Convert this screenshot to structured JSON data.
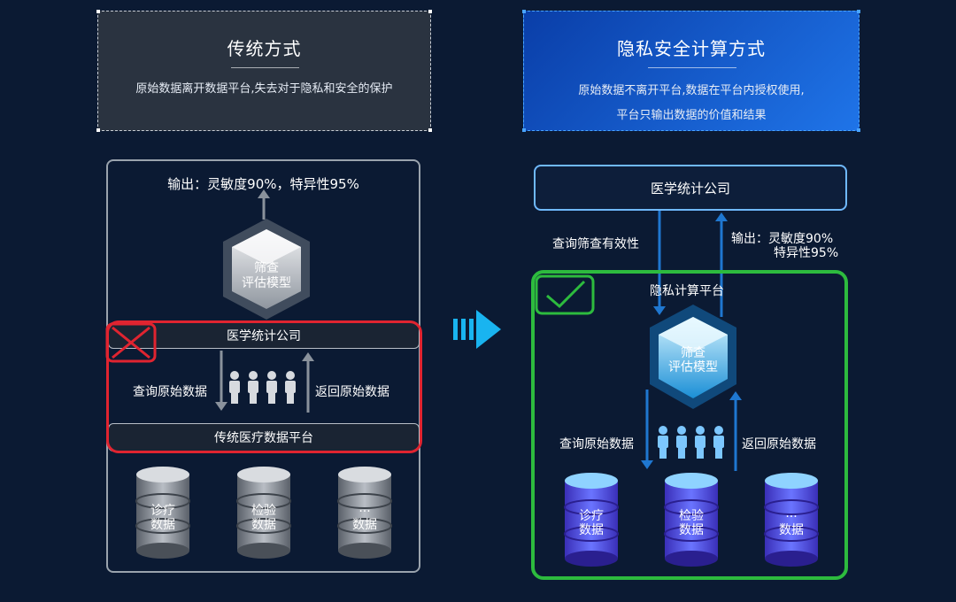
{
  "left_header": {
    "title": "传统方式",
    "desc": "原始数据离开数据平台,失去对于隐私和安全的保护"
  },
  "right_header": {
    "title": "隐私安全计算方式",
    "desc_line1": "原始数据不离开平台,数据在平台内授权使用,",
    "desc_line2": "平台只输出数据的价值和结果"
  },
  "left_panel": {
    "output": "输出：灵敏度90%，特异性95%",
    "model_line1": "筛查",
    "model_line2": "评估模型",
    "company": "医学统计公司",
    "query": "查询原始数据",
    "return": "返回原始数据",
    "platform": "传统医疗数据平台",
    "db1_line1": "诊疗",
    "db1_line2": "数据",
    "db2_line1": "检验",
    "db2_line2": "数据",
    "db3_line1": "...",
    "db3_line2": "数据"
  },
  "right_panel": {
    "company": "医学统计公司",
    "query_validity": "查询筛查有效性",
    "output_line1": "输出：灵敏度90%",
    "output_line2": "特异性95%",
    "platform": "隐私计算平台",
    "model_line1": "筛查",
    "model_line2": "评估模型",
    "query": "查询原始数据",
    "return": "返回原始数据",
    "db1_line1": "诊疗",
    "db1_line2": "数据",
    "db2_line1": "检验",
    "db2_line2": "数据",
    "db3_line1": "...",
    "db3_line2": "数据"
  },
  "colors": {
    "background": "#0b1a33",
    "reject": "#e02430",
    "accept": "#2dbb3e",
    "accent": "#19b4f0"
  }
}
